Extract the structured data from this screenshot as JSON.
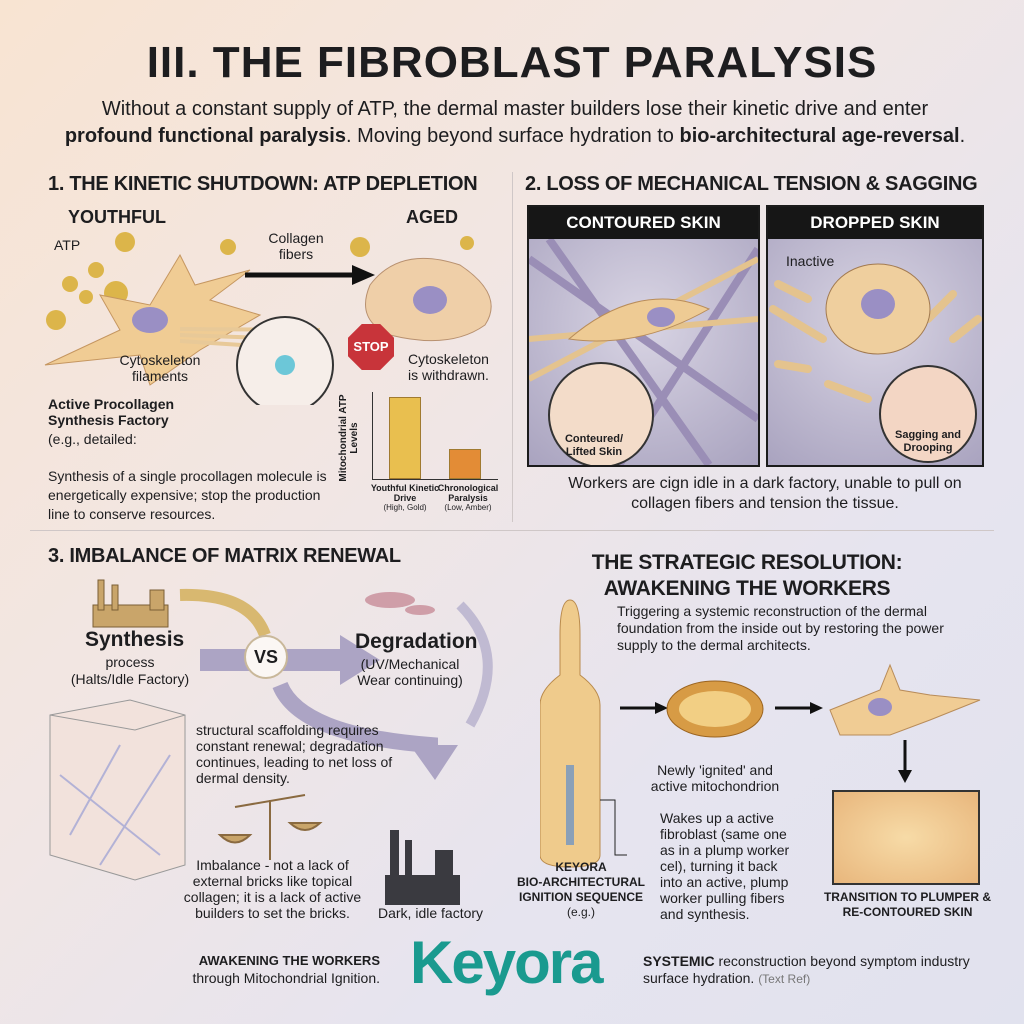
{
  "title": "III. THE FIBROBLAST PARALYSIS",
  "subtitle": {
    "line1": "Without a constant supply of ATP, the dermal master builders lose their kinetic drive and enter",
    "bold1": "profound functional paralysis",
    "mid": ". Moving beyond surface hydration to ",
    "bold2": "bio-architectural age-reversal",
    "end": "."
  },
  "section1": {
    "heading": "1. THE KINETIC SHUTDOWN: ATP DEPLETION",
    "youthful": "YOUTHFUL",
    "aged": "AGED",
    "atp": "ATP",
    "collagen": "Collagen fibers",
    "cytoskeleton": "Cytoskeleton filaments",
    "withdrawn": "Cytoskeleton is withdrawn.",
    "stop": "STOP",
    "factory_title": "Active Procollagen Synthesis Factory",
    "factory_eg": "(e.g., detailed:",
    "body": "Synthesis of a single procollagen molecule is energetically expensive; stop the production line to conserve resources."
  },
  "chart_data": {
    "type": "bar",
    "ylabel": "Mitochondrial ATP Levels",
    "categories": [
      "Youthful Kinetic Drive",
      "Chronological Paralysis"
    ],
    "category_notes": [
      "(High, Gold)",
      "(Low, Amber)"
    ],
    "values": [
      100,
      36
    ],
    "colors": [
      "#e9bf4f",
      "#e38c36"
    ],
    "ylim": [
      0,
      100
    ]
  },
  "section2": {
    "heading": "2. LOSS OF MECHANICAL TENSION & SAGGING",
    "panel1": "CONTOURED SKIN",
    "panel1_inset": "Conteured/ Lifted Skin",
    "panel2": "DROPPED SKIN",
    "panel2_inset": "Sagging and Drooping",
    "inactive": "Inactive",
    "caption": "Workers are cign idle in a dark factory, unable to pull on collagen fibers and tension the tissue."
  },
  "section3": {
    "heading": "3. IMBALANCE OF MATRIX RENEWAL",
    "synthesis": "Synthesis",
    "synthesis_sub": "process",
    "synthesis_note": "(Halts/Idle Factory)",
    "vs": "VS",
    "degradation": "Degradation",
    "degradation_note": "(UV/Mechanical Wear continuing)",
    "scaffold": "structural scaffolding requires constant renewal; degradation continues, leading to net loss of dermal density.",
    "imbalance": "Imbalance - not a lack of external bricks like topical collagen; it is a lack of active builders to set the bricks.",
    "factory": "Dark, idle factory"
  },
  "section4": {
    "heading1": "THE STRATEGIC RESOLUTION:",
    "heading2": "AWAKENING THE WORKERS",
    "intro": "Triggering a systemic reconstruction of the dermal foundation from the inside out by restoring the power supply to the dermal architects.",
    "mito": "Newly 'ignited' and active mitochondrion",
    "wakes": "Wakes up a active fibroblast (same one as in a plump worker cel), turning it back into an active, plump worker pulling fibers and synthesis.",
    "ampoule1": "KEYORA",
    "ampoule2": "BIO-ARCHITECTURAL",
    "ampoule3": "IGNITION SEQUENCE",
    "ampoule4": "(e.g.)",
    "transition": "TRANSITION TO PLUMPER & RE-CONTOURED SKIN"
  },
  "footer": {
    "left_bold": "AWAKENING THE WORKERS",
    "left": "through Mitochondrial Ignition.",
    "logo": "Keyora",
    "right_bold": "SYSTEMIC",
    "right": " reconstruction beyond symptom industry surface hydration.",
    "ref": "(Text Ref)"
  },
  "colors": {
    "brand": "#1a9a8f",
    "gold": "#e9bf4f",
    "amber": "#e38c36",
    "stop": "#c8343a"
  }
}
